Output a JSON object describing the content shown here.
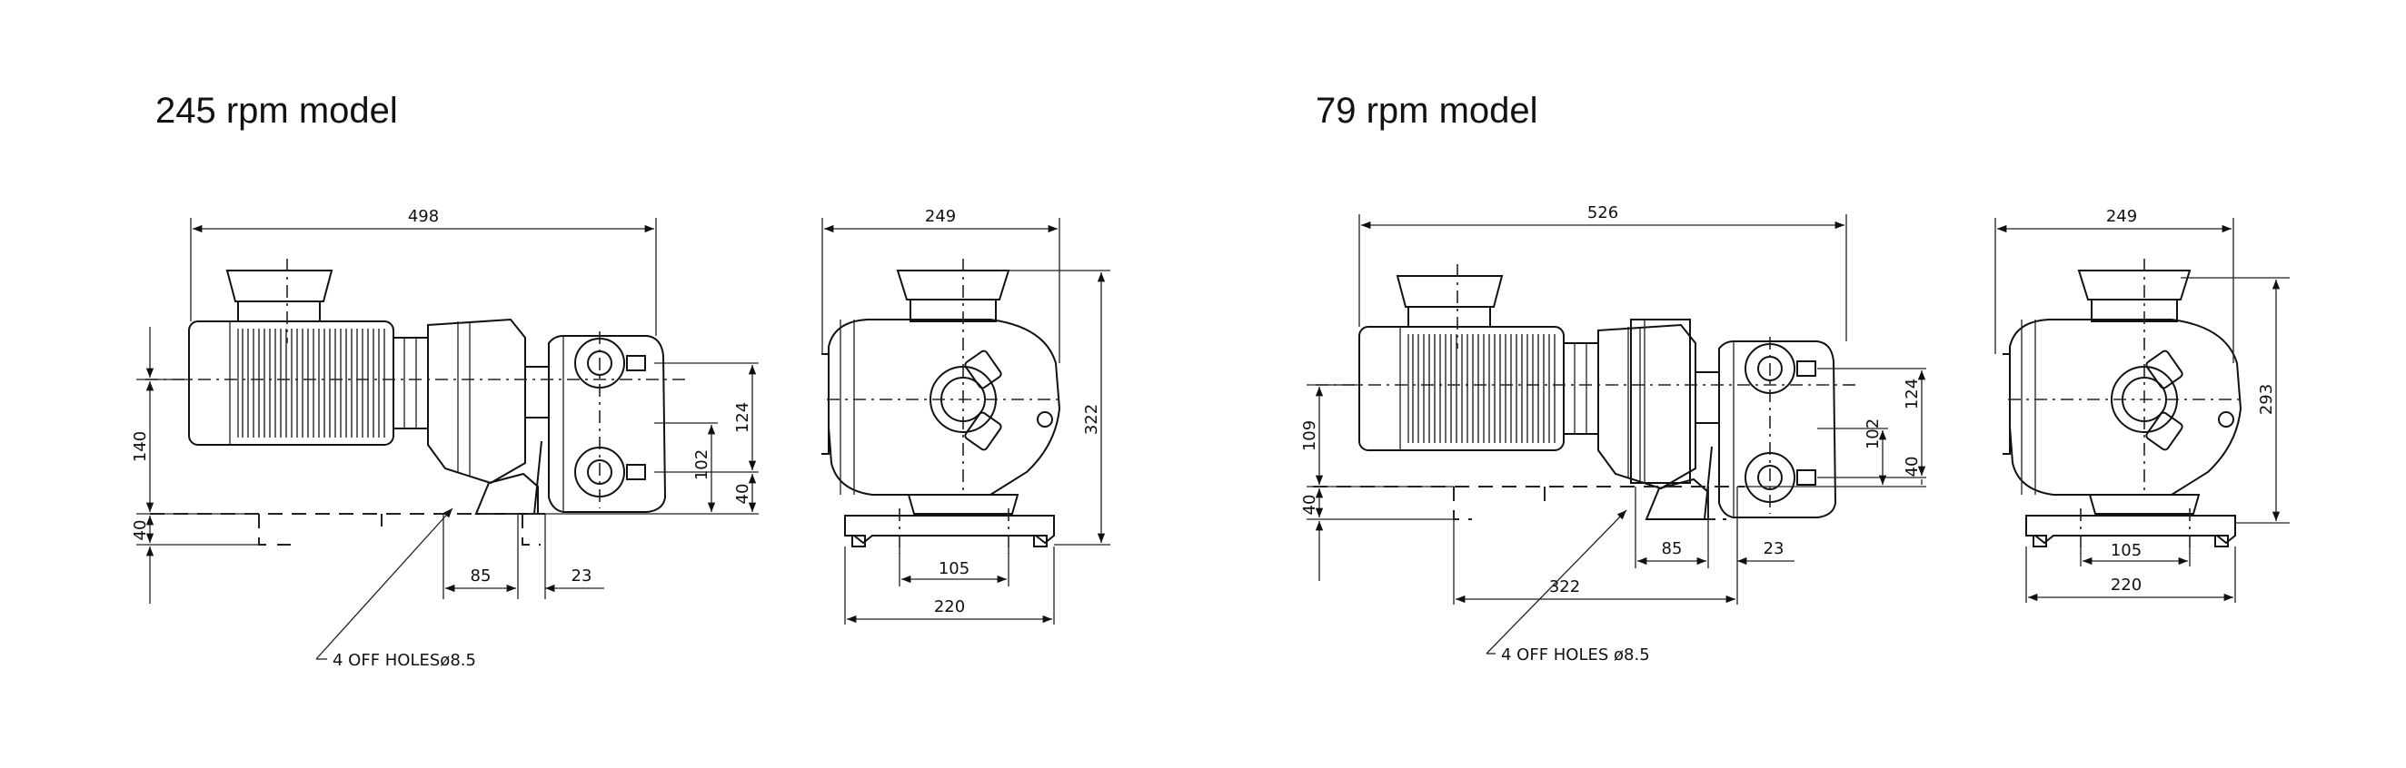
{
  "titles": [
    "245 rpm model",
    "79 rpm model"
  ],
  "left": {
    "side": {
      "length": "498",
      "shaft_height": "140",
      "base_height": "40",
      "dim_a": "85",
      "dim_b": "23",
      "dim_c": "124",
      "dim_d": "102",
      "dim_e": "40",
      "note": "4 OFF HOLESø8.5"
    },
    "end": {
      "width": "249",
      "height": "322",
      "foot_centres": "105",
      "foot_width": "220"
    }
  },
  "right": {
    "side": {
      "length": "526",
      "shaft_height": "109",
      "base_height": "40",
      "dim_a": "85",
      "dim_b": "23",
      "base_length": "322",
      "dim_c": "124",
      "dim_d": "102",
      "dim_e": "40",
      "note": "4 OFF HOLES ø8.5"
    },
    "end": {
      "width": "249",
      "height": "293",
      "foot_centres": "105",
      "foot_width": "220"
    }
  }
}
